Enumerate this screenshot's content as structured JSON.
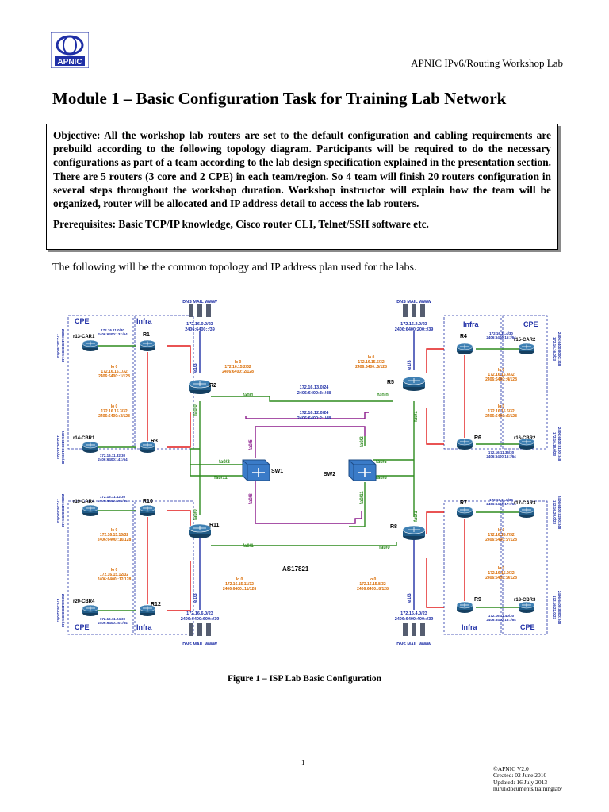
{
  "header": {
    "logo_text": "APNIC",
    "title": "APNIC IPv6/Routing Workshop Lab"
  },
  "module_title": "Module 1 – Basic Configuration Task for Training Lab Network",
  "objective": "Objective: All the workshop lab routers are set to the default configuration and cabling requirements are prebuild according to the following topology diagram. Participants will be required to do the necessary configurations as part of a team according to the lab design specification explained in the presentation section. There are 5 routers (3 core and 2 CPE) in each team/region. So 4 team will finish 20 routers configuration in several steps throughout the workshop duration.  Workshop instructor will explain how the team will be organized, router will be allocated and IP address detail to access the lab routers.",
  "prerequisites": "Prerequisites: Basic TCP/IP knowledge, Cisco router CLI, Telnet/SSH software etc.",
  "intro": "The following will be the common topology and IP address plan used for the labs.",
  "diagram": {
    "as_label": "AS17821",
    "zones": {
      "cpe": "CPE",
      "infra": "Infra"
    },
    "servers": [
      {
        "label": "DNS MAIL WWW",
        "v4": "172.16.0.0/23",
        "v6": "2406:6400::/39"
      },
      {
        "label": "DNS MAIL WWW",
        "v4": "172.16.2.0/23",
        "v6": "2406:6400:200::/39"
      },
      {
        "label": "DNS MAIL WWW",
        "v4": "172.16.6.0/23",
        "v6": "2406:6400:600::/39"
      },
      {
        "label": "DNS MAIL WWW",
        "v4": "172.16.4.0/23",
        "v6": "2406:6400:400::/39"
      }
    ],
    "routers": {
      "r1": "R1",
      "r2": "R2",
      "r3": "R3",
      "r4": "R4",
      "r5": "R5",
      "r6": "R6",
      "r7": "R7",
      "r8": "R8",
      "r9": "R9",
      "r10": "R10",
      "r11": "R11",
      "r12": "R12",
      "r13": "r13-CAR1",
      "r14": "r14-CBR1",
      "r15": "r15-CAR2",
      "r16": "r16-CBR2",
      "r17": "r17-CAR3",
      "r18": "r18-CBR3",
      "r19": "r19-CAR4",
      "r20": "r20-CBR4"
    },
    "switches": {
      "sw1": "SW1",
      "sw2": "SW2"
    },
    "interfaces": {
      "fa0_0": "fa0/0",
      "fa0_1": "fa0/1",
      "fa0_2": "fa0/2",
      "fa0_11": "fa0/11",
      "fa0_5": "fa0/5",
      "fa0_8": "fa0/8",
      "e1_3": "e1/3",
      "e1_0": "e1/0"
    },
    "core_links": [
      {
        "v4": "172.16.13.0/24",
        "v6": "2406:6400:3::/48"
      },
      {
        "v4": "172.16.12.0/24",
        "v6": "2406:6400:2::/48"
      }
    ],
    "loopbacks": [
      {
        "name": "lo 0",
        "v4": "172.16.15.2/32",
        "v6": "2406:6400::2/128"
      },
      {
        "name": "lo 0",
        "v4": "172.16.15.5/32",
        "v6": "2406:6400::5/128"
      },
      {
        "name": "lo 0",
        "v4": "172.16.15.11/32",
        "v6": "2406:6400::11/128"
      },
      {
        "name": "lo 0",
        "v4": "172.16.15.8/32",
        "v6": "2406:6400::8/128"
      },
      {
        "name": "lo 0",
        "v4": "172.16.15.1/32",
        "v6": "2406:6400::1/128"
      },
      {
        "name": "lo 0",
        "v4": "172.16.15.3/32",
        "v6": "2406:6400::3/128"
      },
      {
        "name": "lo 0",
        "v4": "172.16.15.4/32",
        "v6": "2406:6400::4/128"
      },
      {
        "name": "lo 0",
        "v4": "172.16.15.6/32",
        "v6": "2406:6400::6/128"
      },
      {
        "name": "lo 0",
        "v4": "172.16.15.10/32",
        "v6": "2406:6400::10/128"
      },
      {
        "name": "lo 0",
        "v4": "172.16.15.12/32",
        "v6": "2406:6400::12/128"
      },
      {
        "name": "lo 0",
        "v4": "172.16.15.7/32",
        "v6": "2406:6400::7/128"
      },
      {
        "name": "lo 0",
        "v4": "172.16.15.9/32",
        "v6": "2406:6400::9/128"
      }
    ],
    "access_links": [
      {
        "v4": "172.16.11.0/30",
        "v6": "2406:6400:13::/64"
      },
      {
        "v4": "172.16.11.32/30",
        "v6": "2406:6400:14::/64"
      },
      {
        "v4": "172.16.11.4/30",
        "v6": "2406:6400:15::/64"
      },
      {
        "v4": "172.16.11.36/30",
        "v6": "2406:6400:16::/64"
      },
      {
        "v4": "172.16.11.12/30",
        "v6": "2406:6400:19::/64"
      },
      {
        "v4": "172.16.11.24/30",
        "v6": "2406:6400:20::/64"
      },
      {
        "v4": "172.16.11.8/30",
        "v6": "2406:6400:17::/64"
      },
      {
        "v4": "172.16.11.40/30",
        "v6": "2406:6400:18::/64"
      }
    ],
    "customer_blocks": [
      {
        "v4": "172.16.16.0/23",
        "v6": "2406:6400:8000::/48"
      },
      {
        "v4": "172.16.18.0/23",
        "v6": "2406:6400:8100::/48"
      },
      {
        "v4": "172.16.20.0/23",
        "v6": "2406:6400:8200::/48"
      },
      {
        "v4": "172.16.22.0/23",
        "v6": "2406:6400:8300::/48"
      }
    ]
  },
  "caption": "Figure 1 – ISP Lab Basic Configuration",
  "footer": {
    "page": "1",
    "copyright": "©APNIC  V2.0",
    "created": "Created: 02 June 2010",
    "updated": "Updated: 16 July 2013",
    "path": "nurul/documents/traininglab/"
  },
  "colors": {
    "router": "#1f5a86",
    "link_green": "#2e8b1e",
    "link_purple": "#8b1a8b",
    "link_red": "#e21a1a",
    "text_blue": "#1f2fa6",
    "text_orange": "#d96a00"
  }
}
